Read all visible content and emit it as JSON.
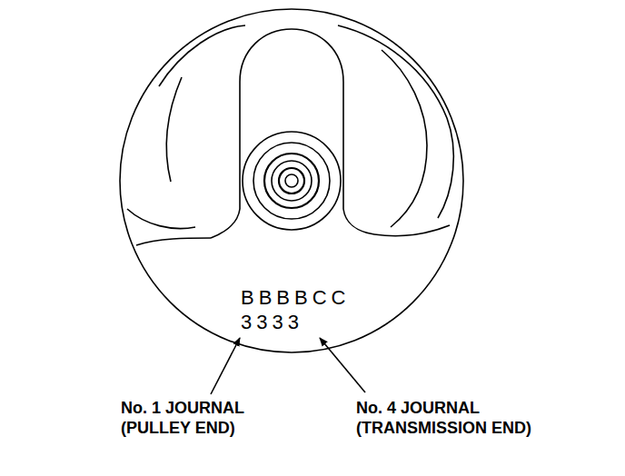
{
  "diagram": {
    "labels": [
      "BBBBCC",
      "3333",
      "No. 1 JOURNAL (PULLEY END)",
      "No. 4 JOURNAL (TRANSMISSION END)"
    ]
  }
}
